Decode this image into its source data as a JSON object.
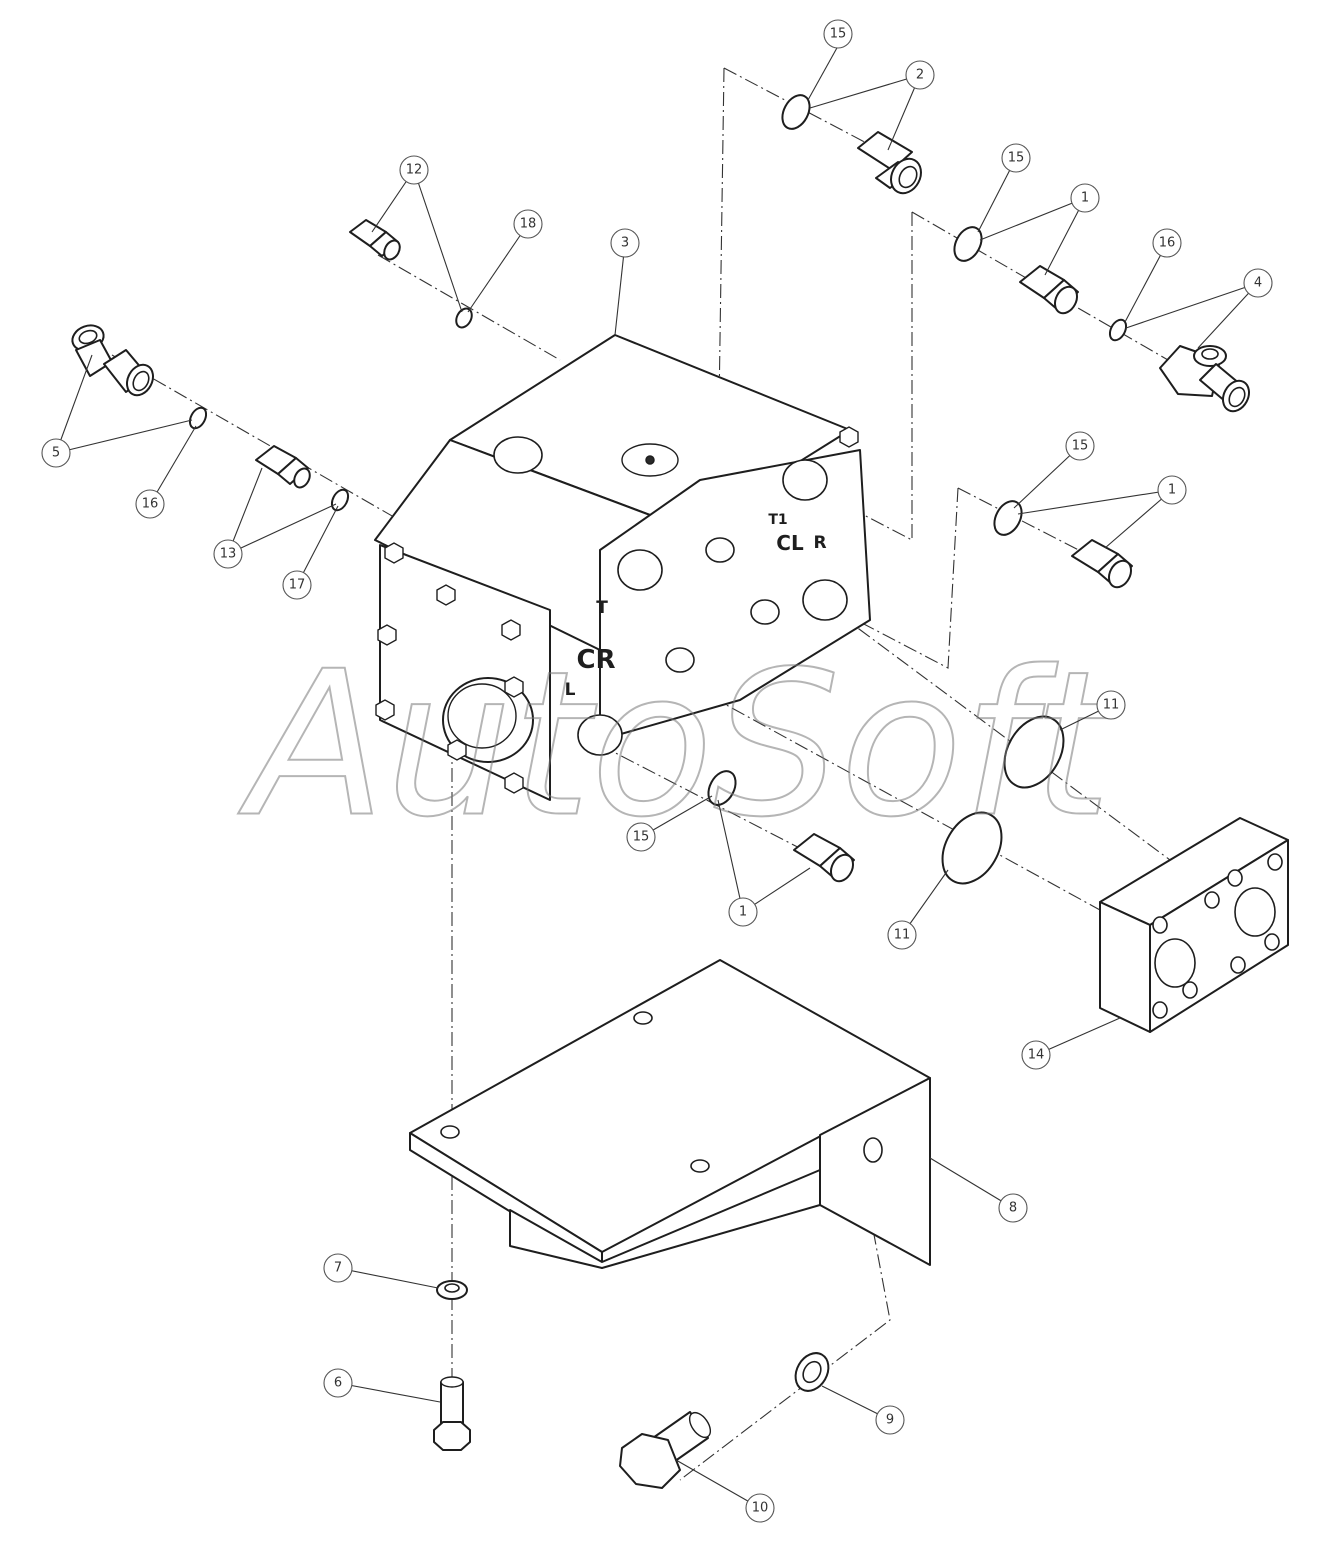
{
  "watermark": {
    "text": "AutoSoft"
  },
  "port_labels": {
    "t": "T",
    "cr": "CR",
    "cl": "CL",
    "l": "L",
    "r": "R",
    "upper": "T1"
  },
  "callouts": [
    {
      "id": "c1a",
      "label": "1"
    },
    {
      "id": "c1b",
      "label": "1"
    },
    {
      "id": "c1c",
      "label": "1"
    },
    {
      "id": "c2",
      "label": "2"
    },
    {
      "id": "c3",
      "label": "3"
    },
    {
      "id": "c4",
      "label": "4"
    },
    {
      "id": "c5",
      "label": "5"
    },
    {
      "id": "c6",
      "label": "6"
    },
    {
      "id": "c7",
      "label": "7"
    },
    {
      "id": "c8",
      "label": "8"
    },
    {
      "id": "c9",
      "label": "9"
    },
    {
      "id": "c10",
      "label": "10"
    },
    {
      "id": "c11a",
      "label": "11"
    },
    {
      "id": "c11b",
      "label": "11"
    },
    {
      "id": "c12",
      "label": "12"
    },
    {
      "id": "c13",
      "label": "13"
    },
    {
      "id": "c14",
      "label": "14"
    },
    {
      "id": "c15a",
      "label": "15"
    },
    {
      "id": "c15b",
      "label": "15"
    },
    {
      "id": "c15c",
      "label": "15"
    },
    {
      "id": "c15d",
      "label": "15"
    },
    {
      "id": "c16a",
      "label": "16"
    },
    {
      "id": "c16b",
      "label": "16"
    },
    {
      "id": "c17",
      "label": "17"
    },
    {
      "id": "c18",
      "label": "18"
    }
  ]
}
